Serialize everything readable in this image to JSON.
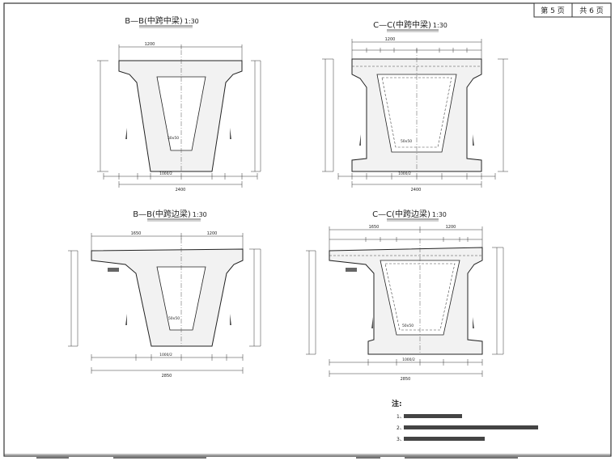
{
  "page_indicator": {
    "page_label": "第 5 页",
    "total_label": "共 6 页"
  },
  "sections": [
    {
      "title": "B—B(中跨中梁)",
      "scale": "1:30"
    },
    {
      "title": "C—C(中跨中梁)",
      "scale": "1:30"
    },
    {
      "title": "B—B(中跨边梁)",
      "scale": "1:30"
    },
    {
      "title": "C—C(中跨边梁)",
      "scale": "1:30"
    }
  ],
  "dimensions": {
    "top_1200": "1200",
    "top_1650": "1650",
    "total_2400": "2400",
    "total_2850": "2850",
    "bottom_1000_2": "1000/2",
    "fillet_50x50": "50x50"
  },
  "notes": {
    "heading": "注:"
  }
}
